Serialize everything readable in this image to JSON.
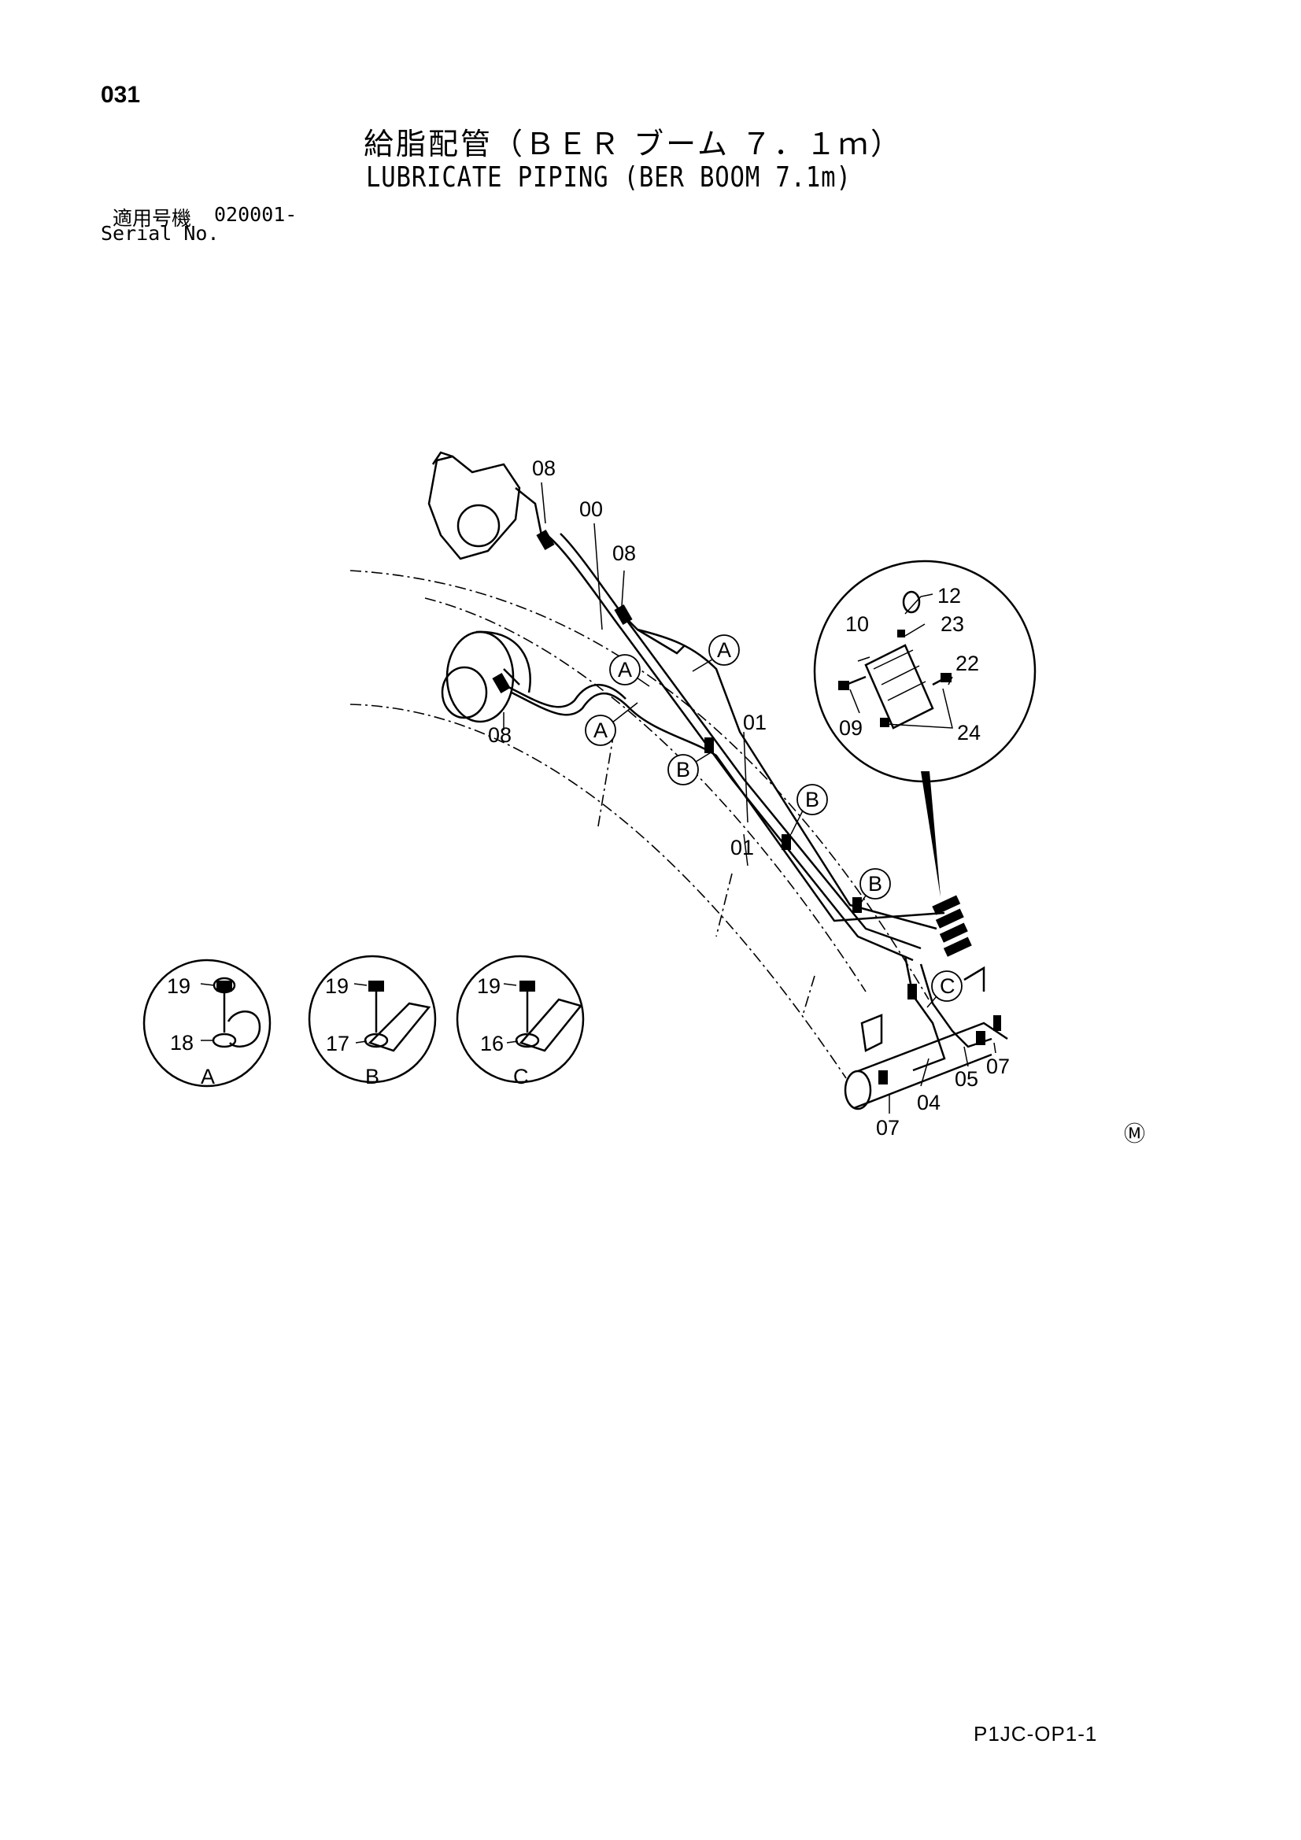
{
  "header": {
    "page_number": "031",
    "title_jp": "給脂配管（ＢＥＲ ブーム ７．１ｍ）",
    "title_en": "LUBRICATE PIPING (BER BOOM 7.1m)",
    "serial_label_jp": "適用号機",
    "serial_value": "020001-",
    "serial_label_en": "Serial No."
  },
  "diagram": {
    "part_labels": {
      "p00": "00",
      "p01a": "01",
      "p01b": "01",
      "p04": "04",
      "p05": "05",
      "p07a": "07",
      "p07b": "07",
      "p08a": "08",
      "p08b": "08",
      "p08c": "08",
      "p09": "09",
      "p10": "10",
      "p12": "12",
      "p16": "16",
      "p17": "17",
      "p18": "18",
      "p19a": "19",
      "p19b": "19",
      "p19c": "19",
      "p22": "22",
      "p23": "23",
      "p24": "24"
    },
    "callouts": {
      "a1": "A",
      "a2": "A",
      "a3": "A",
      "b1": "B",
      "b2": "B",
      "b3": "B",
      "c1": "C"
    },
    "detail_captions": {
      "a": "A",
      "b": "B",
      "c": "C"
    },
    "revision_mark": "Ⓜ"
  },
  "footer": {
    "doc_code": "P1JC-OP1-1"
  }
}
